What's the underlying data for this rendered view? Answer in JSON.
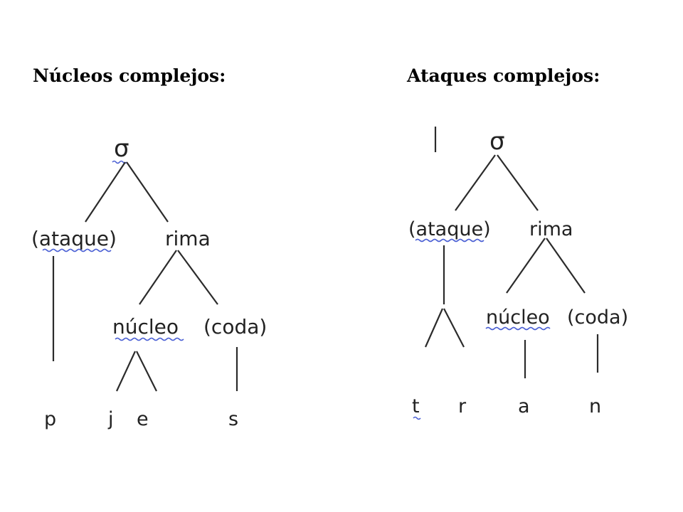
{
  "headings": {
    "left": "Núcleos complejos:",
    "right": "Ataques complejos:"
  },
  "tree_left": {
    "root": "σ",
    "onset": "(ataque)",
    "rhyme": "rima",
    "nucleus": "núcleo",
    "coda": "(coda)",
    "segments": [
      "p",
      "j",
      "e",
      "s"
    ]
  },
  "tree_right": {
    "root": "σ",
    "onset": "(ataque)",
    "rhyme": "rima",
    "nucleus": "núcleo",
    "coda": "(coda)",
    "segments": [
      "t",
      "r",
      "a",
      "n"
    ]
  },
  "colors": {
    "text": "#000000",
    "lines": "#2b2b2b",
    "spellcheck_underline": "#4a5fd4"
  }
}
